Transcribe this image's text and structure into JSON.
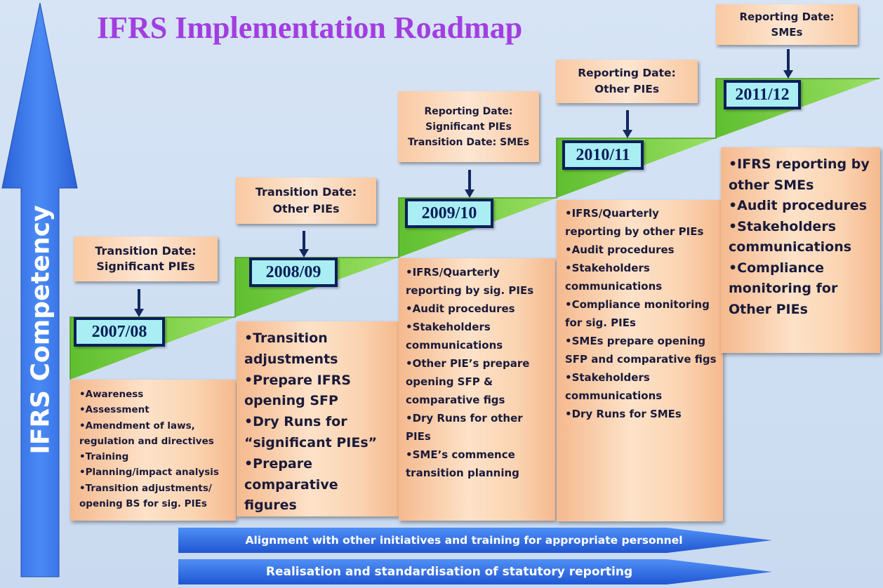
{
  "title": "IFRS Implementation Roadmap",
  "axis_label": "IFRS Competency",
  "colors": {
    "title": "#a23ee0",
    "arrow": "#2d6ee8",
    "step": "#7ed24a",
    "year_box": "#a8eef3",
    "panel": "#fbd4b2"
  },
  "stages": [
    {
      "year": "2007/08",
      "callout": [
        "Transition Date:",
        "Significant PIEs"
      ],
      "items": [
        "•Awareness",
        "•Assessment",
        "•Amendment of laws, regulation and directives",
        "•Training",
        "•Planning/impact analysis",
        "•Transition adjustments/ opening BS for sig. PIEs"
      ]
    },
    {
      "year": "2008/09",
      "callout": [
        "Transition Date:",
        "Other PIEs"
      ],
      "items": [
        "•Transition adjustments",
        "•Prepare IFRS opening SFP",
        "•Dry Runs for “significant PIEs”",
        "•Prepare comparative figures"
      ]
    },
    {
      "year": "2009/10",
      "callout": [
        "Reporting Date:",
        "Significant PIEs",
        "Transition Date: SMEs"
      ],
      "items": [
        "•IFRS/Quarterly reporting by sig. PIEs",
        "•Audit procedures",
        "•Stakeholders communications",
        "•Other PIE’s prepare opening SFP & comparative figs",
        "•Dry Runs for other PIEs",
        "•SME’s commence transition planning"
      ]
    },
    {
      "year": "2010/11",
      "callout": [
        "Reporting Date:",
        "Other PIEs"
      ],
      "items": [
        "•IFRS/Quarterly reporting by other PIEs",
        "•Audit procedures",
        "•Stakeholders communications",
        "•Compliance monitoring for sig. PIEs",
        "•SMEs prepare opening SFP and comparative figs",
        "•Stakeholders communications",
        "•Dry Runs for SMEs"
      ]
    },
    {
      "year": "2011/12",
      "callout": [
        "Reporting Date:",
        "SMEs"
      ],
      "items": [
        "•IFRS reporting by other SMEs",
        "•Audit procedures",
        "•Stakeholders communications",
        "•Compliance monitoring for Other PIEs"
      ]
    }
  ],
  "banners": [
    "Alignment with other initiatives and training for appropriate personnel",
    "Realisation and standardisation of statutory  reporting"
  ]
}
